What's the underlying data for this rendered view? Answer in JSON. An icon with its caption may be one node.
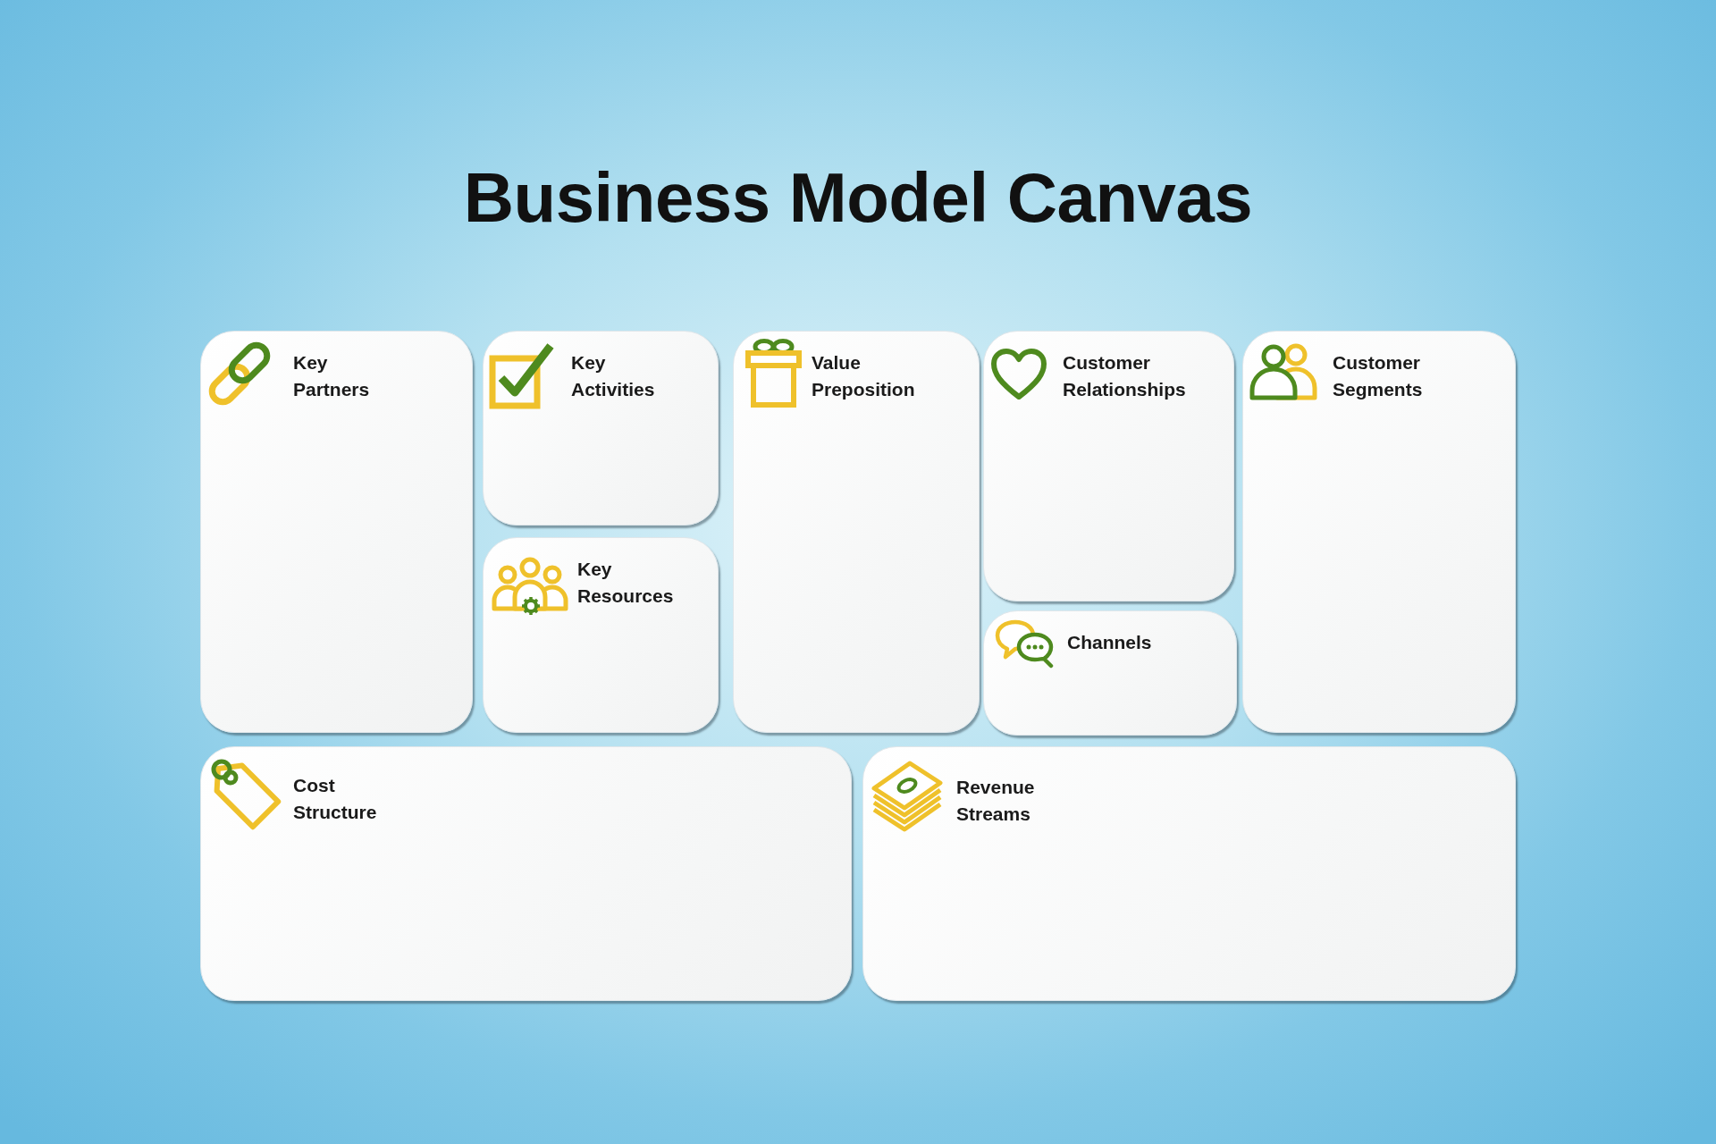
{
  "diagram": {
    "title": "Business Model Canvas",
    "nodes": [
      {
        "text": [
          "Key Partners"
        ]
      },
      {
        "text": [
          "Key Activities"
        ]
      },
      {
        "text": [
          "Key Resources"
        ]
      },
      {
        "text": [
          "Value Preposition"
        ]
      },
      {
        "text": [
          "Customer Relationships"
        ]
      },
      {
        "text": [
          "Channels"
        ]
      },
      {
        "text": [
          "Customer Segments"
        ]
      },
      {
        "text": [
          "Cost Structure"
        ]
      },
      {
        "text": [
          "Revenue Streams"
        ]
      }
    ]
  }
}
